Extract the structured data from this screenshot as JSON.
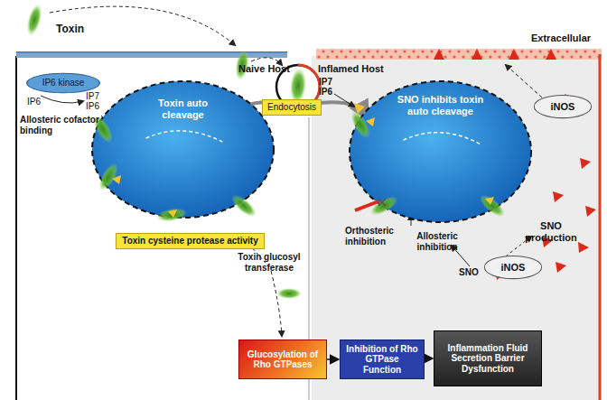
{
  "diagram": {
    "nodes": [
      {
        "text": [
          "IP6 kinase"
        ]
      },
      {
        "text": [
          "Toxin auto cleavage"
        ]
      },
      {
        "text": [
          "Endocytosis"
        ]
      },
      {
        "text": [
          "SNO inhibits toxin auto cleavage"
        ]
      },
      {
        "text": [
          "iNOS"
        ]
      },
      {
        "text": [
          "Toxin cysteine protease activity"
        ]
      },
      {
        "text": [
          "iNOS"
        ]
      },
      {
        "text": [
          "Glucosylation of Rho GTPases"
        ]
      },
      {
        "text": [
          "Inhibition of Rho GTPase Function"
        ]
      },
      {
        "text": [
          "Inflammation Fluid Secretion Barrier Dysfunction"
        ]
      }
    ],
    "edges": [
      {
        "from": 7,
        "to": 8,
        "arrow": "to"
      },
      {
        "from": 8,
        "to": 9,
        "arrow": "to"
      }
    ],
    "labels": [
      "Toxin",
      "IP6",
      "IP7",
      "IP6",
      "Allosteric cofactor binding",
      "Naive Host",
      "Extracellular",
      "Inflamed Host",
      "IP7",
      "IP6",
      "Toxin glucosyl transferase",
      "Orthosteric inhibition",
      "Allosteric inhibition",
      "SNO production",
      "SNO"
    ]
  }
}
